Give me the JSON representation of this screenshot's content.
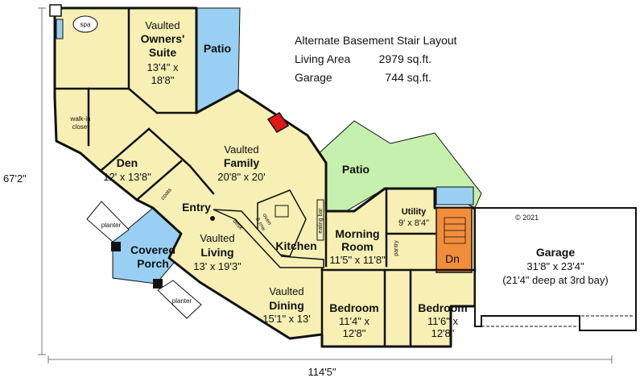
{
  "info": {
    "title": "Alternate Basement Stair Layout",
    "living_label": "Living Area",
    "living_value": "2979 sq.ft.",
    "garage_label": "Garage",
    "garage_value": "744 sq.ft."
  },
  "dims": {
    "width": "114'5\"",
    "depth": "67'2\""
  },
  "copyright": "© 2021",
  "rooms": {
    "owners": {
      "l1": "Vaulted",
      "l2": "Owners'",
      "l3": "Suite",
      "l4": "13'4\" x",
      "l5": "18'8\""
    },
    "patio1": "Patio",
    "patio2": "Patio",
    "family": {
      "l1": "Vaulted",
      "l2": "Family",
      "l3": "20'8\" x 20'"
    },
    "den": {
      "l1": "Den",
      "l2": "12' x 13'8\""
    },
    "entry": "Entry",
    "coats": "coats",
    "covered": {
      "l1": "Covered",
      "l2": "Porch"
    },
    "planter_top": "planter",
    "planter_bot": "planter",
    "living": {
      "l1": "Vaulted",
      "l2": "Living",
      "l3": "13' x 19'3\""
    },
    "dining": {
      "l1": "Vaulted",
      "l2": "Dining",
      "l3": "15'1\" x 13'"
    },
    "kitchen": "Kitchen",
    "desk": "desk",
    "oven": {
      "l1": "oven",
      "l2": "& mw"
    },
    "eating_bar": "eating bar",
    "morning": {
      "l1": "Morning",
      "l2": "Room",
      "l3": "11'5\" x 11'8\""
    },
    "utility": {
      "l1": "Utility",
      "l2": "9' x 8'4\""
    },
    "pantry": "pantry",
    "dn": "Dn",
    "bed1": {
      "l1": "Bedroom",
      "l2": "11'4\" x",
      "l3": "12'8\""
    },
    "bed2": {
      "l1": "Bedroom",
      "l2": "11'6\" x",
      "l3": "12'8\""
    },
    "garage": {
      "l1": "Garage",
      "l2": "31'8\" x 23'4\"",
      "l3": "(21'4\" deep at 3rd bay)"
    },
    "spa": "spa",
    "closet": {
      "l1": "walk-in",
      "l2": "closet"
    }
  },
  "colors": {
    "floor": "#f7efb4",
    "patio_green": "#c6f0ad",
    "patio_blue": "#98cff2",
    "stair": "#f28d3c",
    "wall": "#111111",
    "fireplace": "#e01818"
  }
}
